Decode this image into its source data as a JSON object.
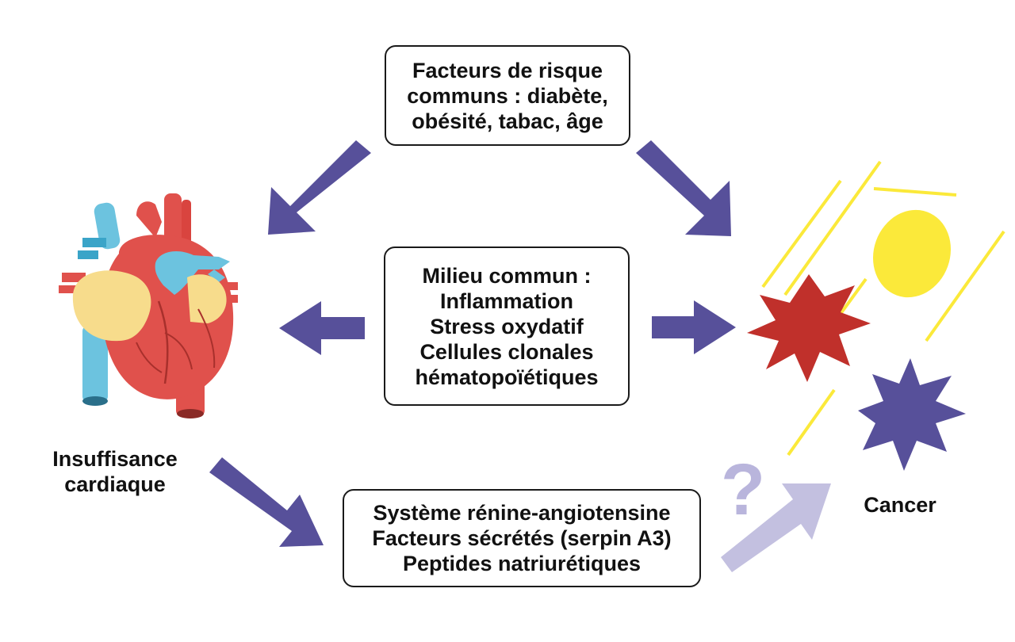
{
  "boxes": {
    "risk_factors": {
      "lines": [
        "Facteurs de risque",
        "communs : diabète,",
        "obésité, tabac, âge"
      ]
    },
    "common_milieu": {
      "lines": [
        "Milieu commun :",
        "Inflammation",
        "Stress oxydatif",
        "Cellules clonales",
        "hématopoïétiques"
      ]
    },
    "secreted": {
      "lines": [
        "Système rénine-angiotensine",
        "Facteurs sécrétés (serpin A3)",
        "Peptides natriurétiques"
      ]
    }
  },
  "labels": {
    "heart_failure": [
      "Insuffisance",
      "cardiaque"
    ],
    "cancer": "Cancer",
    "question": "?"
  },
  "icons": {
    "heart": "anatomical-heart-icon",
    "cancer_cells": "cancer-cells-icon"
  },
  "colors": {
    "arrow": "#57509a",
    "arrow_uncertain": "#c3c0e0",
    "heart_red": "#e0514c",
    "heart_blue": "#6cc3df",
    "heart_yellow": "#f7dc8c",
    "cell_red": "#c0302b",
    "cell_purple": "#57509a",
    "cell_yellow": "#fbe93a"
  }
}
